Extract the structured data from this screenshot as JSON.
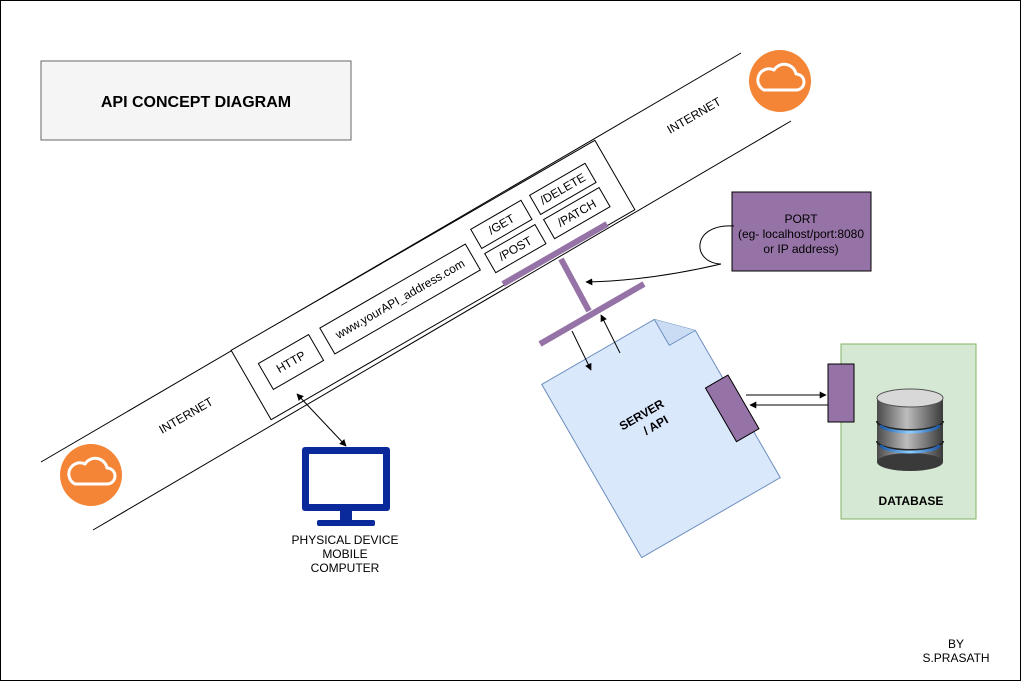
{
  "title": "API CONCEPT DIAGRAM",
  "internet_label_top": "INTERNET",
  "internet_label_bottom": "INTERNET",
  "request": {
    "protocol": "HTTP",
    "address": "www.yourAPI_address.com",
    "methods": [
      "/GET",
      "/POST",
      "/DELETE",
      "/PATCH"
    ]
  },
  "port": {
    "line1": "PORT",
    "line2": "(eg- localhost/port:8080",
    "line3": "or IP address)"
  },
  "server": {
    "line1": "SERVER",
    "line2": "/ API"
  },
  "database": {
    "label": "DATABASE"
  },
  "device": {
    "line1": "PHYSICAL DEVICE",
    "line2": "MOBILE",
    "line3": "COMPUTER"
  },
  "author": {
    "line1": "BY",
    "line2": "S.PRASATH"
  },
  "icons": [
    "cloud-icon",
    "cloud-icon",
    "monitor-icon",
    "database-icon"
  ],
  "colors": {
    "cloud": "#f58536",
    "port_fill": "#9673a6",
    "port_stroke": "#7b5a8c",
    "server_fill": "#dae8fc",
    "server_stroke": "#6c8ebf",
    "database_bg": "#d5e8d4",
    "database_stroke": "#82b366",
    "monitor": "#0a2a9c",
    "title_box": "#f5f5f5"
  }
}
